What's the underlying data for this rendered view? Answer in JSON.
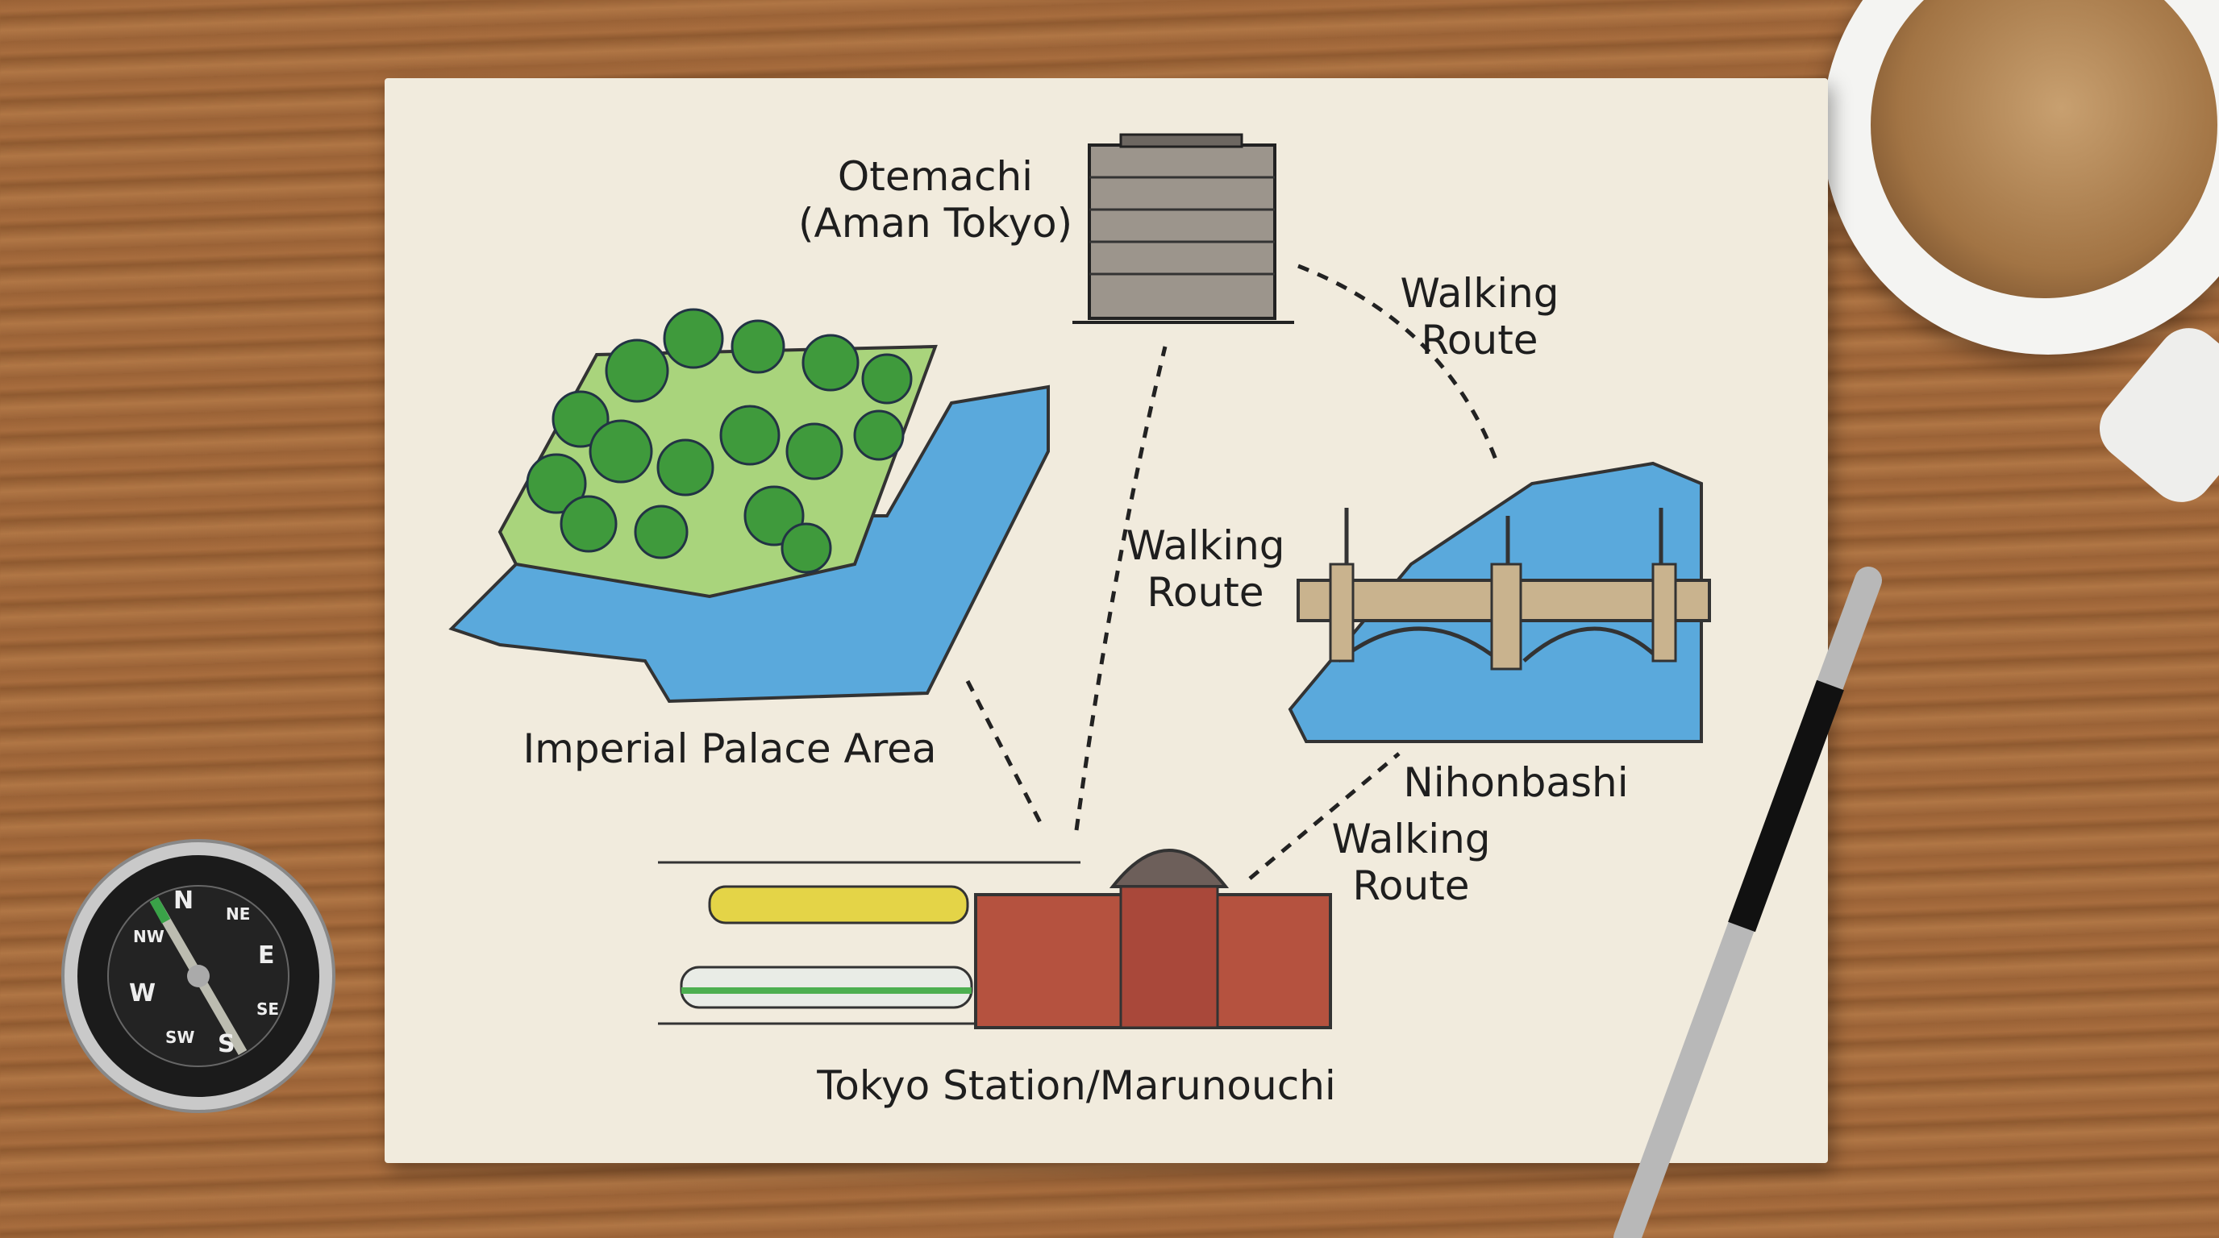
{
  "map": {
    "places": {
      "otemachi": {
        "line1": "Otemachi",
        "line2": "(Aman Tokyo)"
      },
      "imperial_palace": "Imperial Palace Area",
      "nihonbashi": "Nihonbashi",
      "tokyo_station": "Tokyo Station/Marunouchi"
    },
    "routes": [
      {
        "line1": "Walking",
        "line2": "Route"
      },
      {
        "line1": "Walking",
        "line2": "Route"
      },
      {
        "line1": "Walking",
        "line2": "Route"
      }
    ]
  },
  "compass": {
    "n": "N",
    "ne": "NE",
    "e": "E",
    "se": "SE",
    "s": "S",
    "sw": "SW",
    "w": "W",
    "nw": "NW"
  },
  "colors": {
    "paper": "#f1ebdd",
    "water": "#5aa9dc",
    "trees": "#3f9a3c",
    "station_brick": "#b5523f",
    "wood": "#9c6438"
  }
}
